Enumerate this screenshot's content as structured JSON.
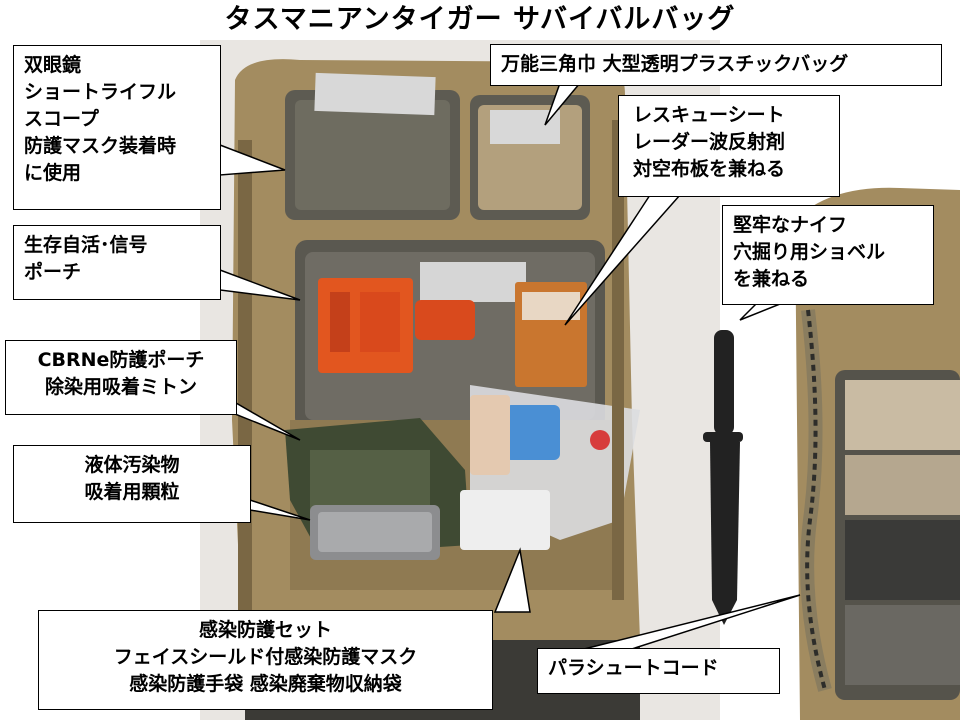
{
  "title": "タスマニアンタイガー サバイバルバッグ",
  "callouts": {
    "binoculars": [
      "双眼鏡",
      "ショートライフル",
      "スコープ",
      "防護マスク装着時",
      "に使用"
    ],
    "survival_pouch": [
      "生存自活･信号",
      "ポーチ"
    ],
    "cbrne": [
      "CBRNe防護ポーチ",
      "除染用吸着ミトン"
    ],
    "liquid": [
      "液体汚染物",
      "吸着用顆粒"
    ],
    "infection": [
      "感染防護セット",
      "フェイスシールド付感染防護マスク",
      "感染防護手袋  感染廃棄物収納袋"
    ],
    "triangle": [
      "万能三角巾  大型透明プラスチックバッグ"
    ],
    "rescue": [
      "レスキューシート",
      "レーダー波反射剤",
      "対空布板を兼ねる"
    ],
    "knife": [
      "堅牢なナイフ",
      "穴掘り用ショベル",
      "を兼ねる"
    ],
    "paracord": [
      "パラシュートコード"
    ]
  },
  "colors": {
    "coyote": "#a08a5f",
    "coyote_dark": "#7a6744",
    "mesh": "#6e6a5e",
    "orange": "#e0521b",
    "knife": "#222222"
  }
}
